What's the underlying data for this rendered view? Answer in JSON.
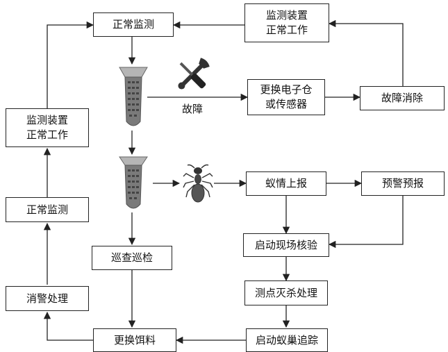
{
  "nodes": {
    "monitor_top": {
      "text": "正常监测"
    },
    "device_ok_top": {
      "line1": "监测装置",
      "line2": "正常工作"
    },
    "replace_sensor": {
      "line1": "更换电子仓",
      "line2": "或传感器"
    },
    "fault_cleared": {
      "text": "故障消除"
    },
    "device_ok_left": {
      "line1": "监测装置",
      "line2": "正常工作"
    },
    "termite_report": {
      "text": "蚁情上报"
    },
    "warning": {
      "text": "预警预报"
    },
    "onsite_verify": {
      "text": "启动现场核验"
    },
    "monitor_left": {
      "text": "正常监测"
    },
    "patrol": {
      "text": "巡查巡检"
    },
    "kill_treatment": {
      "text": "测点灭杀处理"
    },
    "alarm_clear": {
      "text": "消警处理"
    },
    "replace_bait": {
      "text": "更换饵料"
    },
    "trace_nest": {
      "text": "启动蚁巢追踪"
    }
  },
  "labels": {
    "fault": "故障"
  },
  "icons": [
    "monitoring-device-icon",
    "tools-icon",
    "termite-icon"
  ]
}
